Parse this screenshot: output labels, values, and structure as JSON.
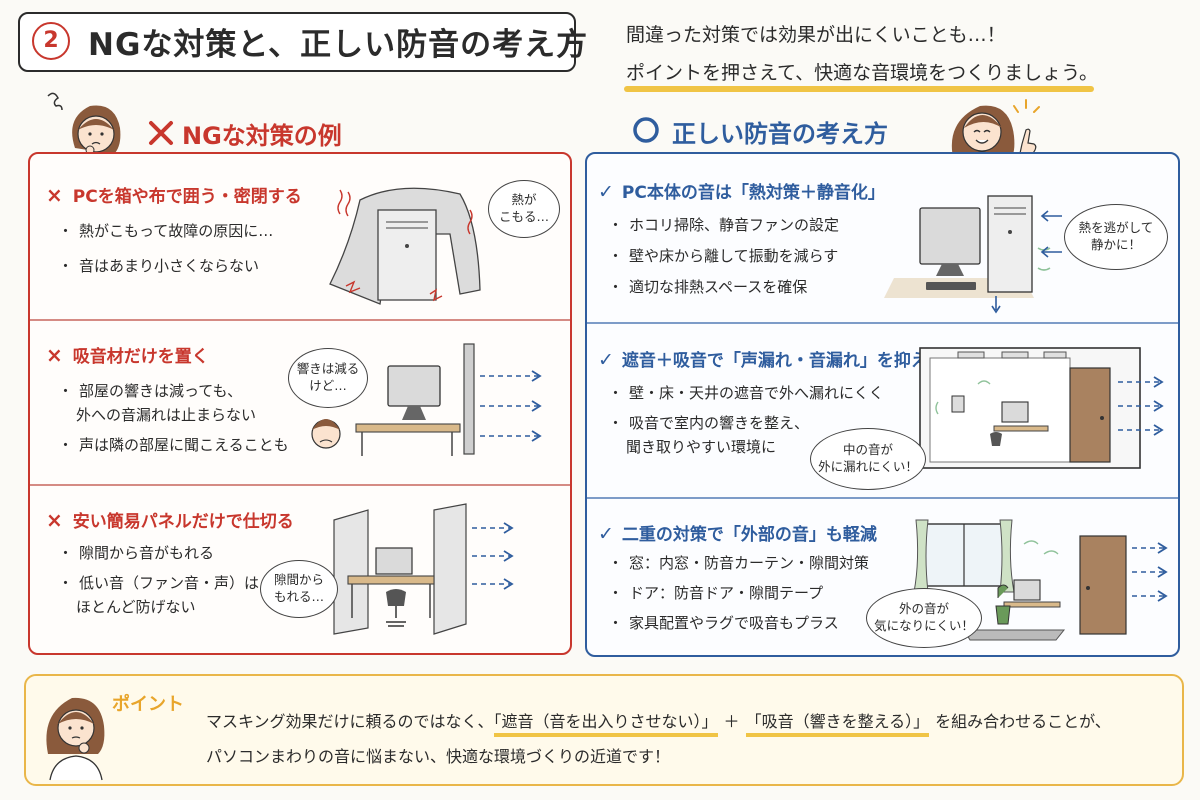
{
  "header": {
    "number": "2",
    "title": "NGな対策と、正しい防音の考え方",
    "intro_line1": "間違った対策では効果が出にくいことも…！",
    "intro_line2": "ポイントを押さえて、快適な音環境をつくりましょう。"
  },
  "ng_section": {
    "heading": "NGな対策の例",
    "items": [
      {
        "title": "PCを箱や布で囲う・密閉する",
        "bullets": [
          "熱がこもって故障の原因に…",
          "音はあまり小さくならない"
        ],
        "bubble_line1": "熱が",
        "bubble_line2": "こもる…"
      },
      {
        "title": "吸音材だけを置く",
        "bullets": [
          "部屋の響きは減っても、",
          "声は隣の部屋に聞こえることも"
        ],
        "continuation": "外への音漏れは止まらない",
        "bubble_line1": "響きは減る",
        "bubble_line2": "けど…"
      },
      {
        "title": "安い簡易パネルだけで仕切る",
        "bullets": [
          "隙間から音がもれる",
          "低い音（ファン音・声）は"
        ],
        "continuation": "ほとんど防げない",
        "bubble_line1": "隙間から",
        "bubble_line2": "もれる…"
      }
    ]
  },
  "ok_section": {
    "heading": "正しい防音の考え方",
    "items": [
      {
        "title": "PC本体の音は「熱対策＋静音化」",
        "bullets": [
          "ホコリ掃除、静音ファンの設定",
          "壁や床から離して振動を減らす",
          "適切な排熱スペースを確保"
        ],
        "bubble_line1": "熱を逃がして",
        "bubble_line2": "静かに！"
      },
      {
        "title": "遮音＋吸音で「声漏れ・音漏れ」を抑える",
        "bullets": [
          "壁・床・天井の遮音で外へ漏れにくく",
          "吸音で室内の響きを整え、"
        ],
        "continuation": "聞き取りやすい環境に",
        "bubble_line1": "中の音が",
        "bubble_line2": "外に漏れにくい！"
      },
      {
        "title": "二重の対策で「外部の音」も軽減",
        "bullets": [
          "窓：内窓・防音カーテン・隙間対策",
          "ドア：防音ドア・隙間テープ",
          "家具配置やラグで吸音もプラス"
        ],
        "bubble_line1": "外の音が",
        "bubble_line2": "気になりにくい！"
      }
    ]
  },
  "point": {
    "label": "ポイント",
    "line1_a": "マスキング効果だけに頼るのではなく、",
    "line1_hl1": "「遮音（音を出入りさせない）」",
    "line1_plus": "＋",
    "line1_hl2": "「吸音（響きを整える）」",
    "line1_b": "を組み合わせることが、",
    "line2": "パソコンまわりの音に悩まない、快適な環境づくりの近道です！"
  },
  "symbols": {
    "ng_mark": "×",
    "ok_mark": "○",
    "check_mark": "✓"
  },
  "colors": {
    "ng_red": "#c8372d",
    "ok_blue": "#2f5d9e",
    "point_yellow": "#f0c445",
    "point_orange": "#e8a52b"
  }
}
